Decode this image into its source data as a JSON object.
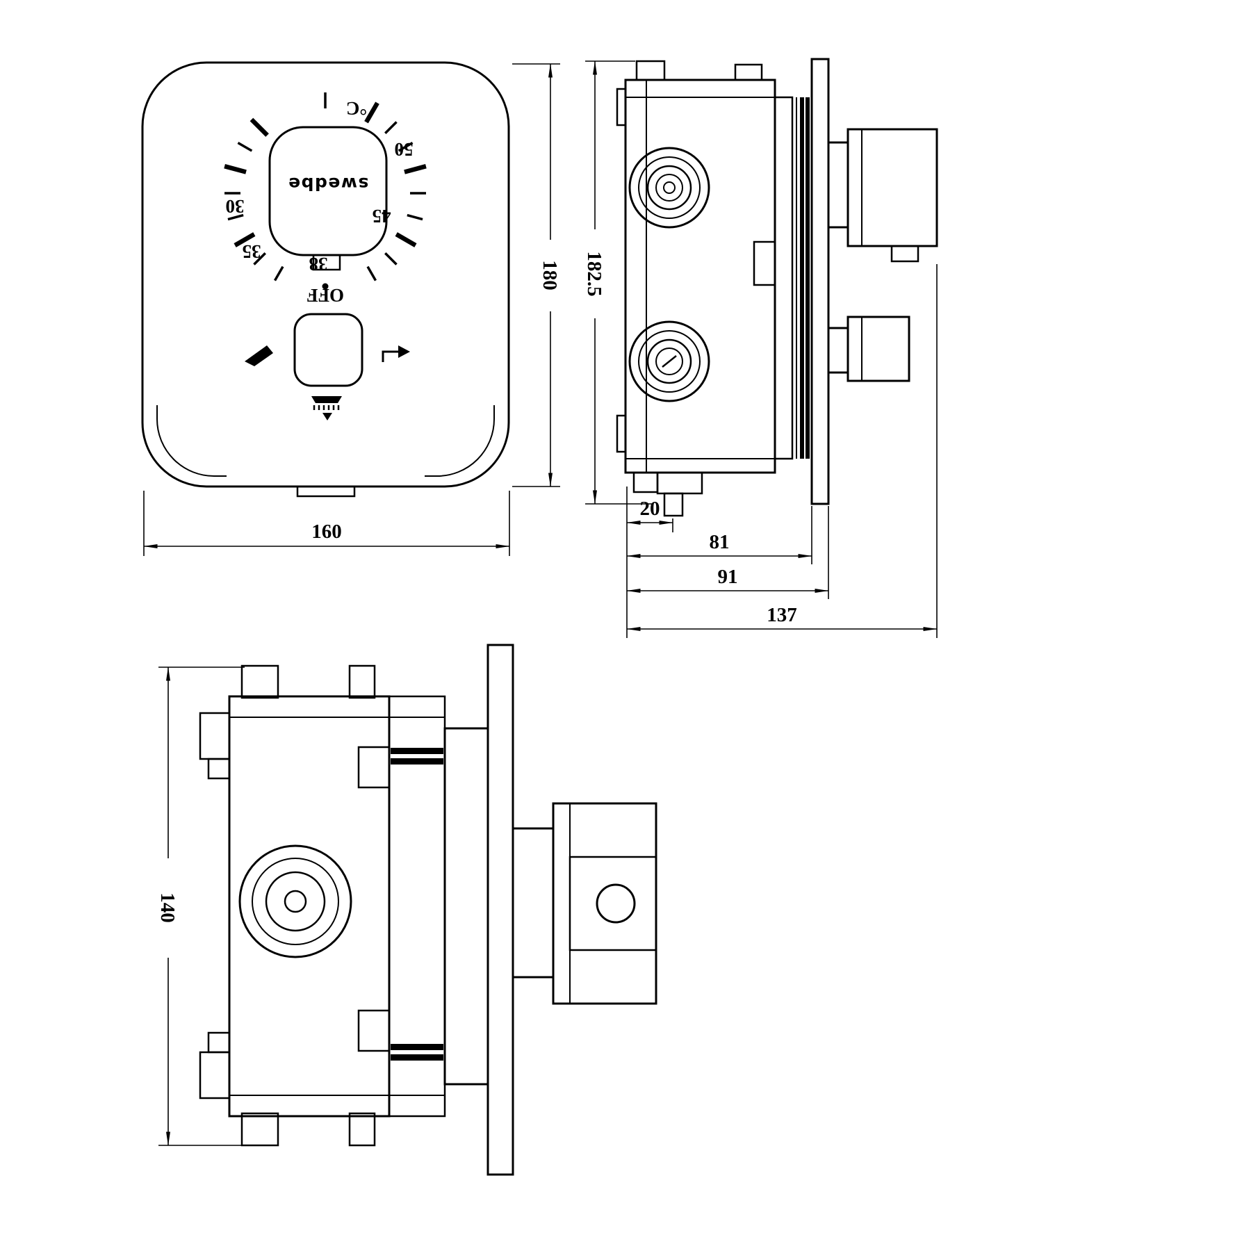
{
  "drawing": {
    "front_view": {
      "brand": "swedbe",
      "off_label": "OFF",
      "temp_unit": "°C",
      "temp_30": "30",
      "temp_35": "35",
      "temp_38": "38",
      "temp_45": "45",
      "temp_50": "50",
      "dim_width": "160",
      "dim_height": "180"
    },
    "side_view": {
      "dim_height": "182.5",
      "dim_stub": "20",
      "dim_body_depth": "81",
      "dim_plate_depth": "91",
      "dim_total_depth": "137"
    },
    "bottom_view": {
      "dim_height": "140"
    }
  }
}
